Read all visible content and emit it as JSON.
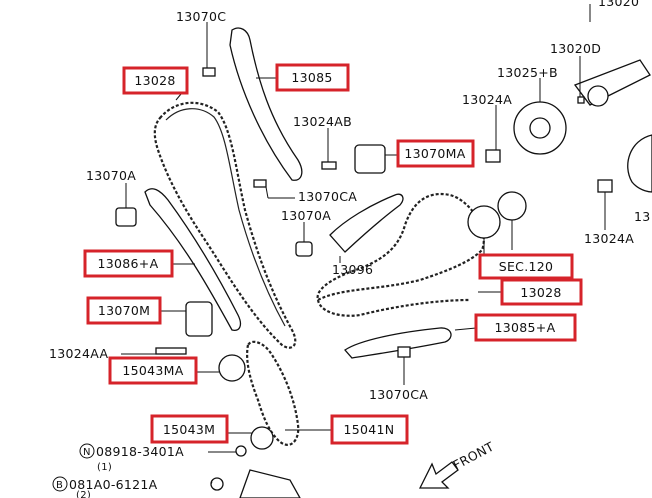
{
  "labels": {
    "l_13070C": "13070C",
    "l_13020": "13020",
    "l_13020D": "13020D",
    "l_13025B": "13025+B",
    "l_13024A_top": "13024A",
    "l_13024AB": "13024AB",
    "l_13070CA_top": "13070CA",
    "l_13070A_left": "13070A",
    "l_13070A_mid": "13070A",
    "l_13096": "13096",
    "l_13024A_right": "13024A",
    "l_13_right": "13",
    "l_13024AA": "13024AA",
    "l_13070CA_bottom": "13070CA",
    "l_08918": "08918-3401A",
    "l_08918_qty": "(1)",
    "l_081A0": "081A0-6121A",
    "l_081A0_qty": "(2)",
    "front": "FRONT",
    "n_symbol": "N",
    "b_symbol": "B"
  },
  "callouts": {
    "c_13028_top": "13028",
    "c_13085": "13085",
    "c_13070MA": "13070MA",
    "c_13086A": "13086+A",
    "c_SEC120": "SEC.120",
    "c_13028_right": "13028",
    "c_13070M": "13070M",
    "c_13085A": "13085+A",
    "c_15043MA": "15043MA",
    "c_15043M": "15043M",
    "c_15041N": "15041N"
  },
  "colors": {
    "callout_border": "#d6232a",
    "line": "#111111",
    "background": "#ffffff"
  }
}
